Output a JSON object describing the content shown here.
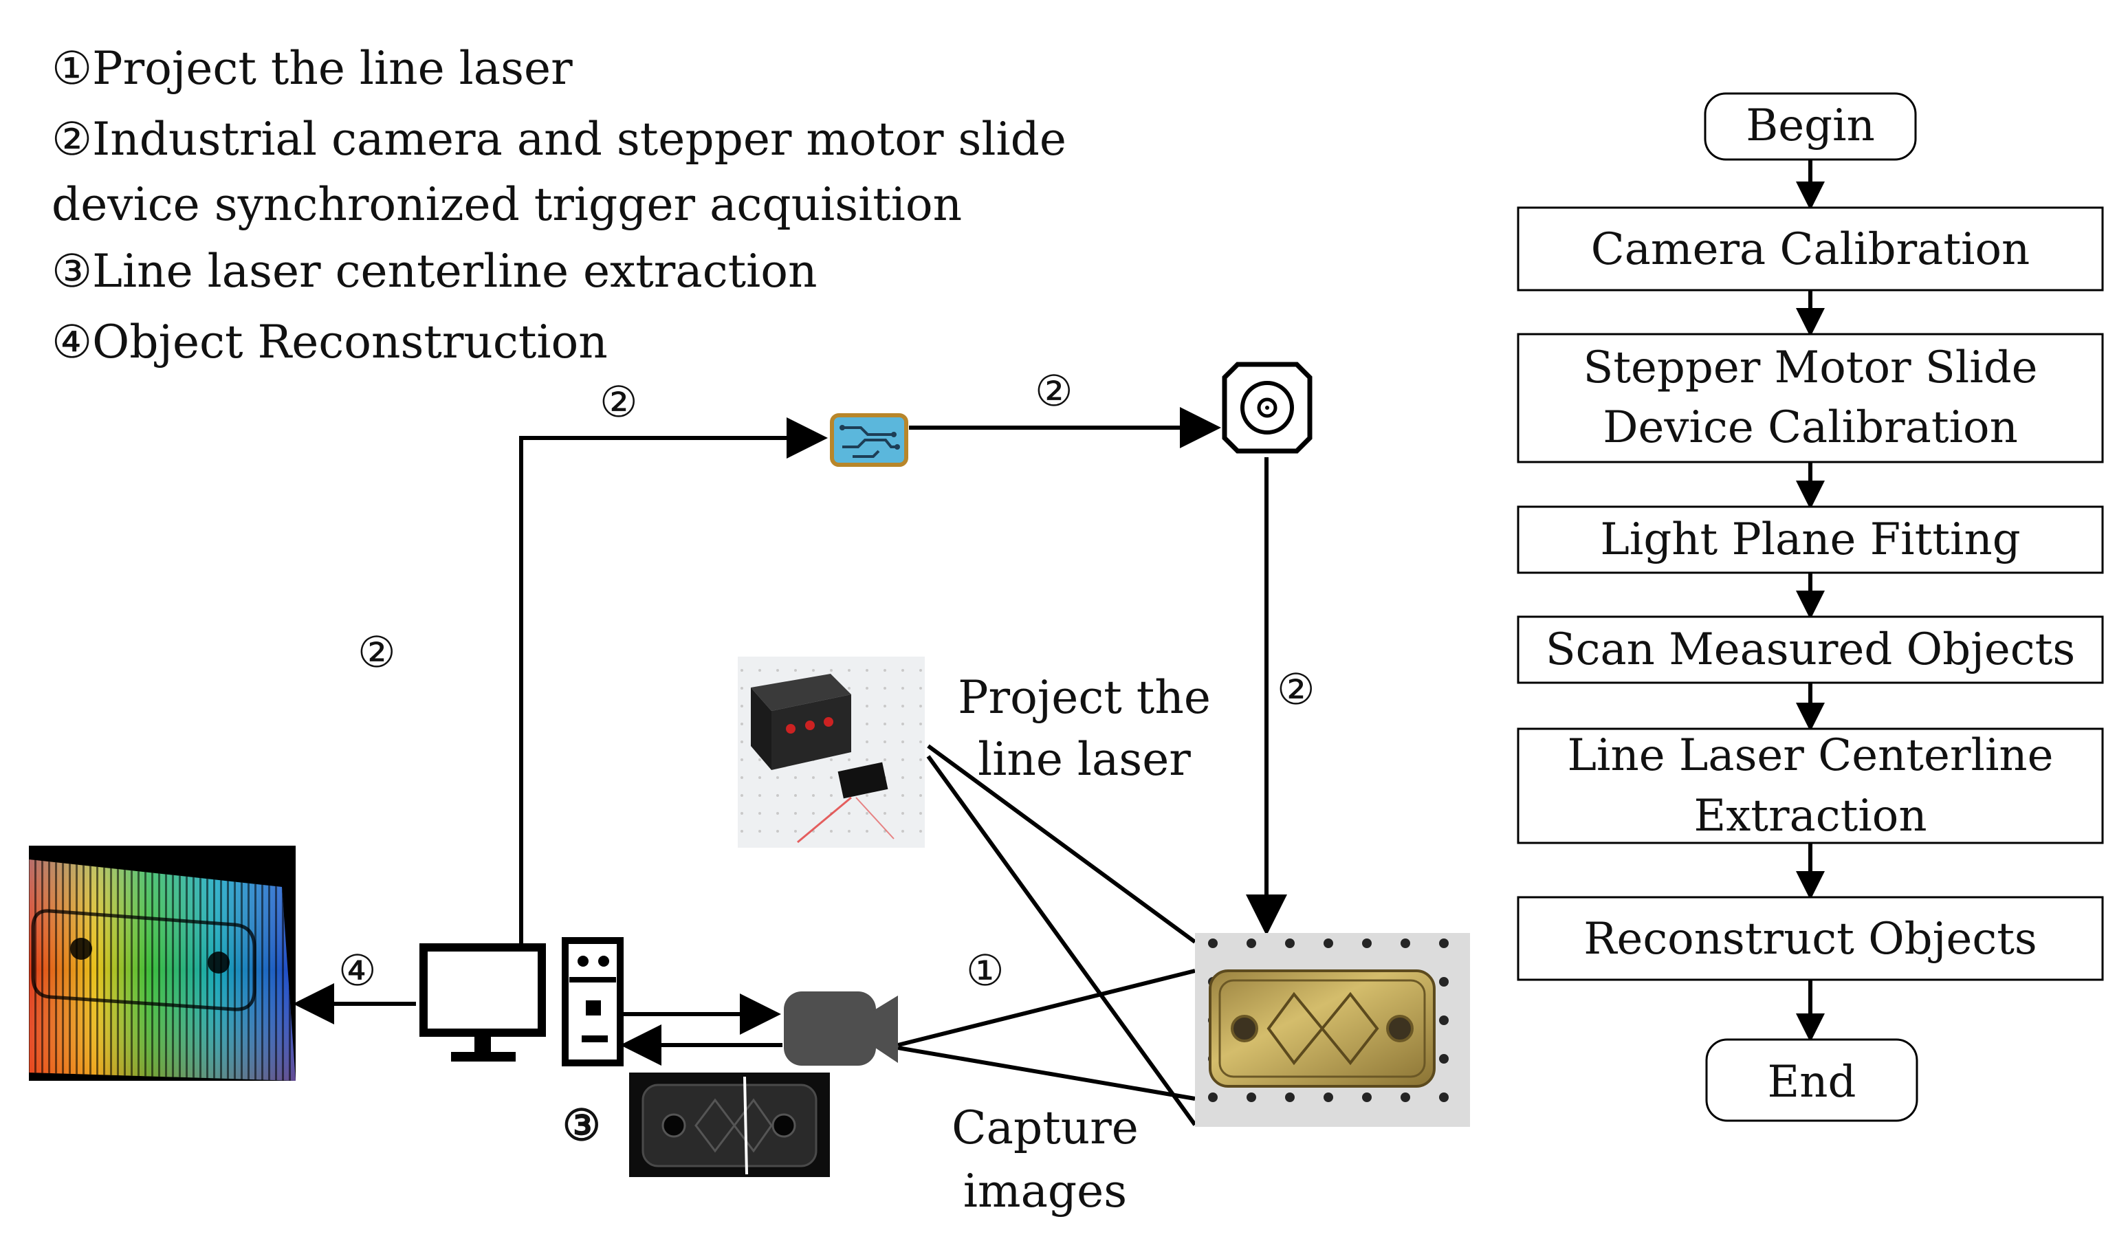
{
  "legend": {
    "item1": "①Project the line laser",
    "item2_line1": "②Industrial camera and stepper motor slide",
    "item2_line2": "device synchronized trigger acquisition",
    "item3": "③Line laser centerline extraction",
    "item4": "④Object Reconstruction"
  },
  "labels": {
    "project_line1": "Project the",
    "project_line2": "line laser",
    "capture_line1": "Capture",
    "capture_line2": "images"
  },
  "markers": {
    "m1": "①",
    "m2": "②",
    "m3": "③",
    "m4": "④"
  },
  "flowchart": {
    "begin": "Begin",
    "camera_calibration": "Camera Calibration",
    "stepper_line1": "Stepper Motor Slide",
    "stepper_line2": "Device Calibration",
    "light_plane": "Light Plane Fitting",
    "scan": "Scan Measured Objects",
    "centerline_line1": "Line Laser Centerline",
    "centerline_line2": "Extraction",
    "reconstruct": "Reconstruct Objects",
    "end": "End"
  },
  "colors": {
    "line": "#000000",
    "controller_fill": "#5bb7dc",
    "controller_border": "#b8862a",
    "camera": "#4f4f4f",
    "metal_part": "#b59a4c"
  }
}
